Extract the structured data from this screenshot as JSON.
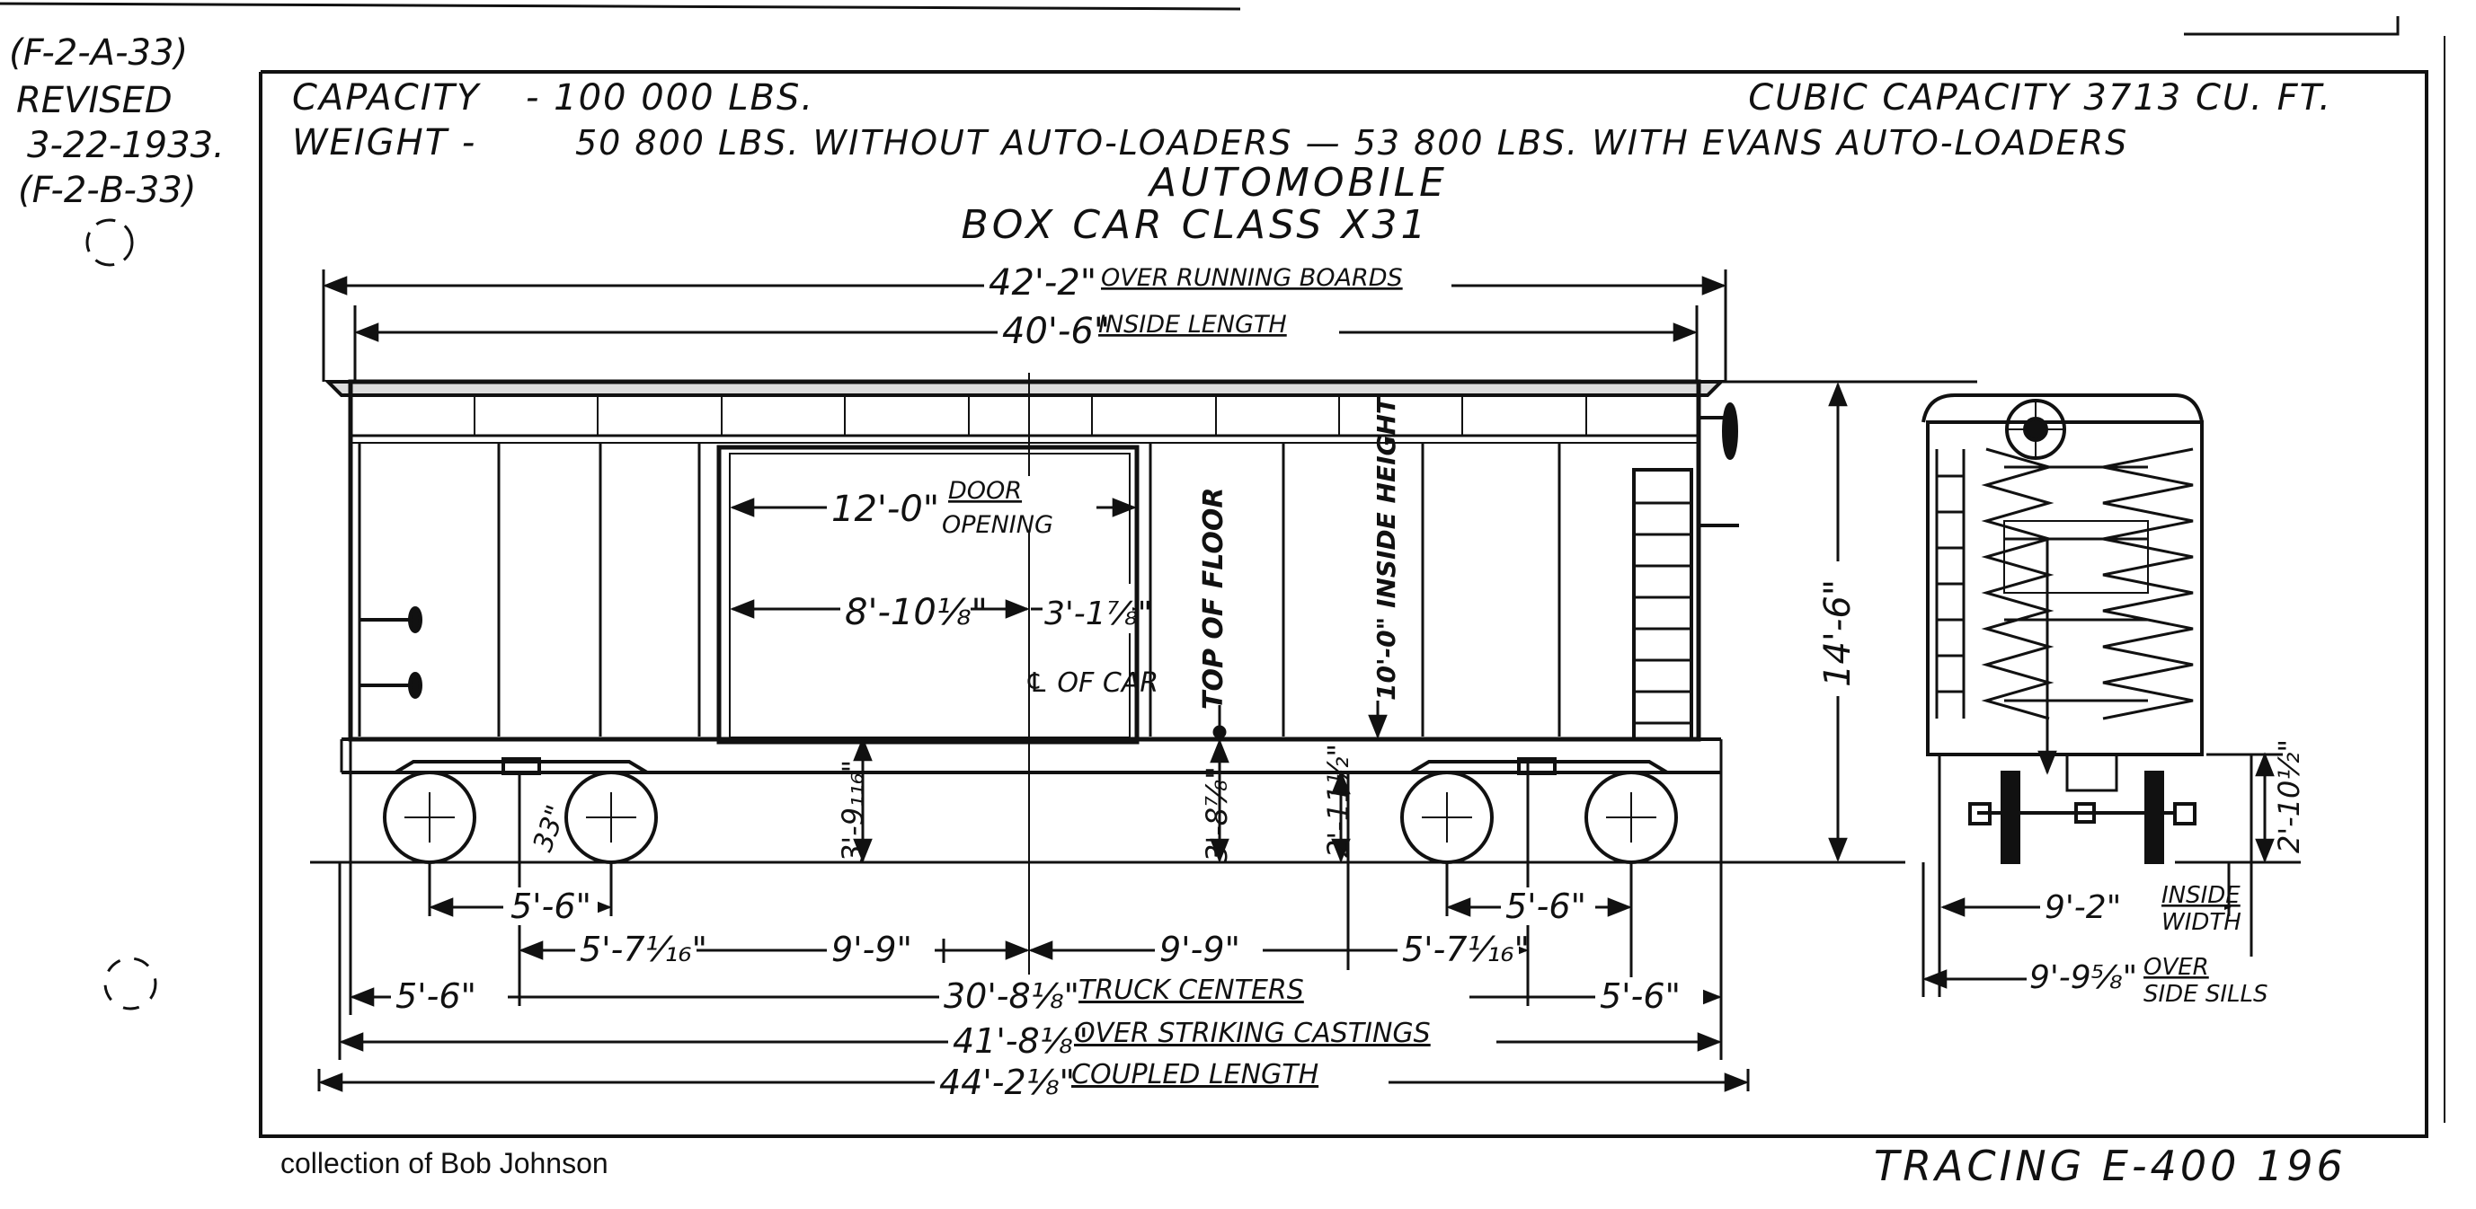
{
  "margin_notes": {
    "ref1": "(F-2-A-33)",
    "revised_label": "REVISED",
    "revised_date": "3-22-1933.",
    "ref2": "(F-2-B-33)"
  },
  "header": {
    "capacity_label": "CAPACITY",
    "capacity_value": "- 100 000 LBS.",
    "cubic_capacity": "CUBIC CAPACITY 3713 CU. FT.",
    "weight_label": "WEIGHT -",
    "weight_value": "50 800 LBS. WITHOUT AUTO-LOADERS — 53 800 LBS. WITH EVANS AUTO-LOADERS"
  },
  "title": {
    "line1": "AUTOMOBILE",
    "line2": "BOX CAR CLASS X31"
  },
  "dims": {
    "over_running_boards": "42'-2\"",
    "over_running_boards_label": "OVER RUNNING BOARDS",
    "inside_length": "40'-6\"",
    "inside_length_label": "INSIDE LENGTH",
    "door_opening": "12'-0\"",
    "door_label_1": "DOOR",
    "door_label_2": "OPENING",
    "door_left": "8'-10⅛\"",
    "door_right": "3'-1⅞\"",
    "centerline": "℄ OF CAR",
    "top_of_floor": "TOP OF FLOOR",
    "inside_height": "10'-0\" INSIDE HEIGHT",
    "wheel_dia": "33\"",
    "height_1": "3'-9₁₁₆\"",
    "height_2": "3'-8⅞\"",
    "height_3": "2'-11½\"",
    "wheelbase_left": "5'-6\"",
    "wheelbase_right": "5'-6\"",
    "seg_1": "5'-7¹⁄₁₆\"",
    "seg_2": "9'-9\"",
    "seg_3": "9'-9\"",
    "seg_4": "5'-7¹⁄₁₆\"",
    "end_left": "5'-6\"",
    "end_right": "5'-6\"",
    "truck_centers": "30'-8⅛\"",
    "truck_centers_label": "TRUCK CENTERS",
    "over_striking": "41'-8⅛\"",
    "over_striking_label": "OVER STRIKING CASTINGS",
    "coupled_length": "44'-2⅛\"",
    "coupled_length_label": "COUPLED LENGTH",
    "overall_height": "14'-6\"",
    "end_height": "2'-10½\"",
    "inside_width": "9'-2\"",
    "inside_width_label_1": "INSIDE",
    "inside_width_label_2": "WIDTH",
    "over_sills": "9'-9⅝\"",
    "over_sills_label_1": "OVER",
    "over_sills_label_2": "SIDE SILLS"
  },
  "footer": {
    "credit": "collection of Bob Johnson",
    "tracing": "TRACING E-400 196"
  }
}
